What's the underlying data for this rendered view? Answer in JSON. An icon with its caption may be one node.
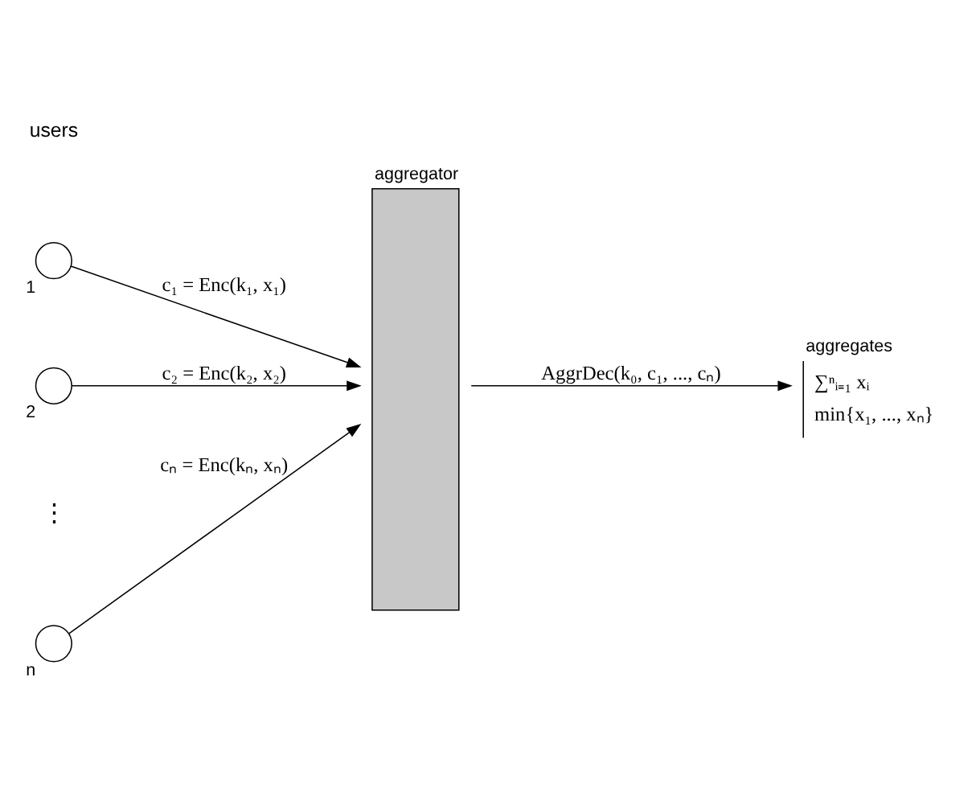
{
  "diagram": {
    "nodes": [
      {
        "text": [],
        "shape": "circle",
        "beside": [
          "1"
        ]
      },
      {
        "text": [],
        "shape": "circle",
        "beside": [
          "2"
        ]
      },
      {
        "text": [],
        "shape": "circle",
        "beside": [
          "n"
        ]
      },
      {
        "text": [
          "aggregator"
        ]
      },
      {
        "text": [
          "aggregates",
          "∑ⁿᵢ₌₁ xᵢ",
          "min{x₁, ..., xₙ}"
        ]
      }
    ],
    "edges": [
      {
        "from": 0,
        "to": 3,
        "arrow": "to",
        "label": "c₁ = Enc(k₁, x₁)"
      },
      {
        "from": 1,
        "to": 3,
        "arrow": "to",
        "label": "c₂ = Enc(k₂, x₂)"
      },
      {
        "from": 2,
        "to": 3,
        "arrow": "to",
        "label": "cₙ = Enc(kₙ, xₙ)"
      },
      {
        "from": 3,
        "to": 4,
        "arrow": "to",
        "label": "AggrDec(k₀, c₁, ..., cₙ)"
      }
    ],
    "labels": [
      "users",
      "⋮"
    ]
  }
}
